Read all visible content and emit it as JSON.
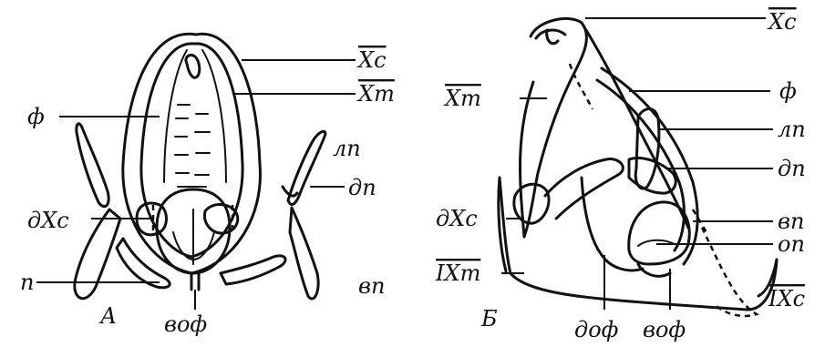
{
  "panels": [
    {
      "letter": "А",
      "labels": {
        "xs": "Xс",
        "xm": "Xm",
        "f": "ф",
        "lp": "лп",
        "dp": "дп",
        "dxs": "дXс",
        "p": "п",
        "vp": "вп",
        "vof": "воф"
      }
    },
    {
      "letter": "Б",
      "labels": {
        "xs": "Xс",
        "xm": "Xm",
        "f": "ф",
        "lp": "лп",
        "dp": "дп",
        "dxs": "дXс",
        "vp": "вп",
        "op": "оп",
        "ixm": "IXm",
        "ixs": "IXс",
        "dof": "доф",
        "vof": "воф"
      }
    }
  ]
}
